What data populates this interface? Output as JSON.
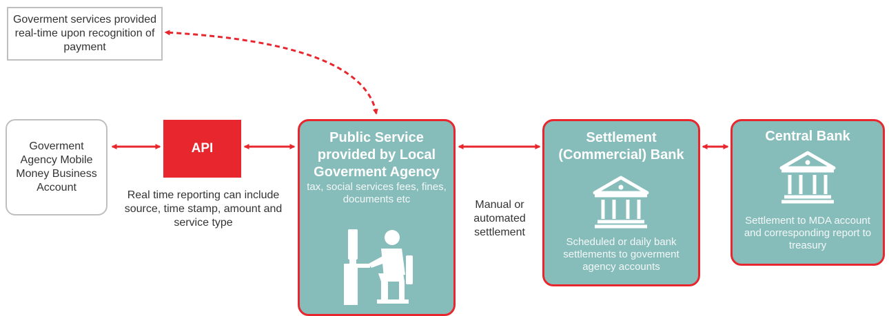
{
  "callout": {
    "text": "Goverment services provided real-time upon recognition of payment"
  },
  "mobile_account": {
    "text": "Goverment Agency Mobile Money Business Account"
  },
  "api": {
    "label": "API",
    "caption": "Real time reporting can include source, time stamp, amount and service type"
  },
  "public_service": {
    "title": "Public Service provided by Local Goverment Agency",
    "subtitle": "tax, social services fees, fines, documents etc",
    "icon": "person-at-computer-icon"
  },
  "settlement_note": {
    "text": "Manual or automated settlement"
  },
  "settlement_bank": {
    "title": "Settlement (Commercial) Bank",
    "subtitle": "Scheduled or daily bank settlements to goverment agency accounts",
    "icon": "bank-building-icon"
  },
  "central_bank": {
    "title": "Central Bank",
    "subtitle": "Settlement to MDA account and corresponding report to treasury",
    "icon": "bank-building-icon"
  },
  "colors": {
    "accent_red": "#e8262d",
    "teal": "#86bcb9",
    "border_gray": "#bfbfbf"
  }
}
